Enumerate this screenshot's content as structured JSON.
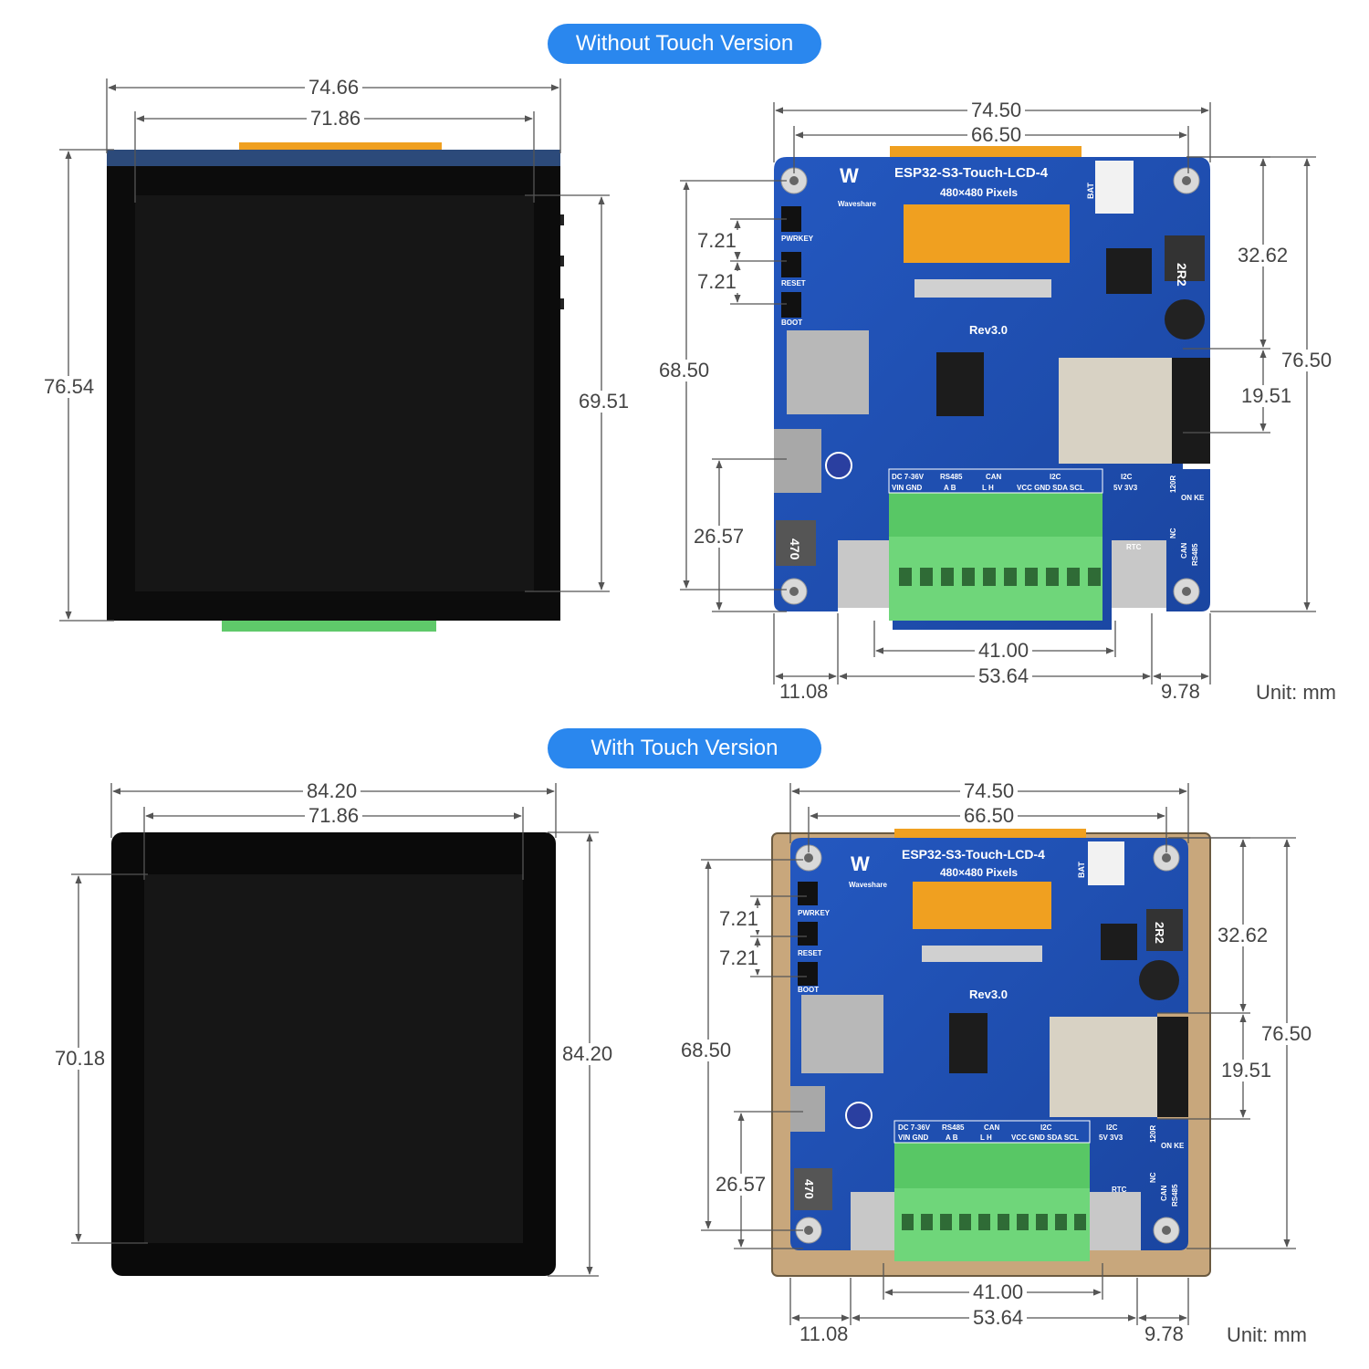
{
  "sections": {
    "without_touch": {
      "title": "Without Touch Version",
      "front": {
        "width_outer": "74.66",
        "width_inner": "71.86",
        "height_outer": "76.54",
        "height_inner": "69.51"
      },
      "back": {
        "width_outer": "74.50",
        "width_holes": "66.50",
        "gap1": "7.21",
        "gap2": "7.21",
        "height_holes": "68.50",
        "height_total": "76.50",
        "upper": "32.62",
        "module": "19.51",
        "lower": "26.57",
        "terminal": "41.00",
        "left": "11.08",
        "center": "53.64",
        "right": "9.78"
      },
      "unit": "Unit: mm"
    },
    "with_touch": {
      "title": "With Touch Version",
      "front": {
        "width_outer": "84.20",
        "width_inner": "71.86",
        "height_outer": "84.20",
        "height_inner": "70.18"
      },
      "back": {
        "width_outer": "74.50",
        "width_holes": "66.50",
        "gap1": "7.21",
        "gap2": "7.21",
        "height_holes": "68.50",
        "height_total": "76.50",
        "upper": "32.62",
        "module": "19.51",
        "lower": "26.57",
        "terminal": "41.00",
        "left": "11.08",
        "center": "53.64",
        "right": "9.78"
      },
      "unit": "Unit: mm"
    }
  },
  "board": {
    "brand": "Waveshare",
    "model_top": "ESP32-S3-Touch-LCD-4",
    "resolution": "480×480 Pixels",
    "revision": "Rev3.0",
    "labels": {
      "bat": "BAT",
      "pwrkey": "PWRKEY",
      "reset": "RESET",
      "boot": "BOOT",
      "rtc": "RTC",
      "dc": "DC 7-36V",
      "vin_gnd": "VIN GND",
      "rs485": "RS485",
      "ab": "A  B",
      "can": "CAN",
      "lh": "L  H",
      "i2c": "I2C",
      "i2c_pins": "VCC GND SDA SCL",
      "i2c2": "I2C",
      "pwr_pins": "5V 3V3",
      "r120": "120R",
      "onke": "ON KE",
      "nc": "NC",
      "can2": "CAN",
      "rs485b": "RS485",
      "ind_top": "2R2",
      "ind_bot": "470"
    }
  },
  "colors": {
    "accent": "#2a87ee",
    "pcb": "#1f4fb0",
    "terminal": "#5fc96a",
    "screen": "#0a0a0a",
    "flex": "#f0a020"
  }
}
